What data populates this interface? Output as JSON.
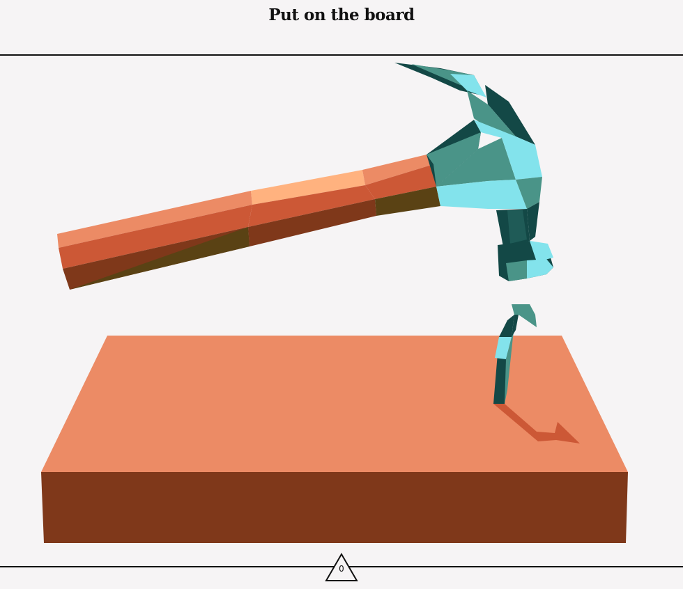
{
  "header": {
    "title": "Put on the board"
  },
  "counter": {
    "value": "0"
  },
  "scene": {
    "objects": [
      "hammer",
      "nail",
      "board"
    ],
    "colors": {
      "background": "#f6f4f5",
      "board_top": "#ec8b65",
      "board_front": "#7f381a",
      "handle_light": "#ec8b65",
      "handle_highlight": "#ffb27f",
      "handle_mid": "#cc5836",
      "handle_dark": "#7f381a",
      "handle_shadow": "#5a4214",
      "head_teal": "#4a9488",
      "head_cyan": "#83e3ec",
      "head_dark": "#134846"
    }
  }
}
